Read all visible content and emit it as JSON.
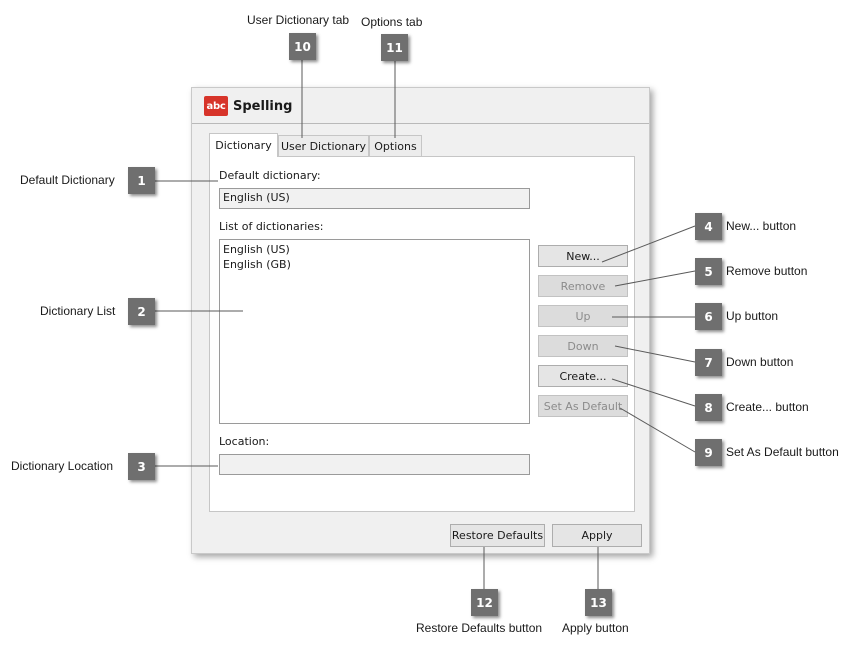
{
  "dialog": {
    "title": "Spelling",
    "icon_label": "abc",
    "tabs": [
      "Dictionary",
      "User Dictionary",
      "Options"
    ],
    "default_dictionary_label": "Default dictionary:",
    "default_dictionary_value": "English (US)",
    "list_label": "List of dictionaries:",
    "dictionaries": [
      "English (US)",
      "English (GB)"
    ],
    "location_label": "Location:",
    "location_value": "",
    "buttons": {
      "new": "New...",
      "remove": "Remove",
      "up": "Up",
      "down": "Down",
      "create": "Create...",
      "set_default": "Set As Default",
      "restore": "Restore Defaults",
      "apply": "Apply"
    }
  },
  "callouts": [
    {
      "num": "1",
      "label": "Default Dictionary"
    },
    {
      "num": "2",
      "label": "Dictionary List"
    },
    {
      "num": "3",
      "label": "Dictionary Location"
    },
    {
      "num": "4",
      "label": "New... button"
    },
    {
      "num": "5",
      "label": "Remove button"
    },
    {
      "num": "6",
      "label": "Up button"
    },
    {
      "num": "7",
      "label": "Down button"
    },
    {
      "num": "8",
      "label": "Create... button"
    },
    {
      "num": "9",
      "label": "Set As Default button"
    },
    {
      "num": "10",
      "label": "User Dictionary tab"
    },
    {
      "num": "11",
      "label": "Options tab"
    },
    {
      "num": "12",
      "label": "Restore Defaults button"
    },
    {
      "num": "13",
      "label": "Apply button"
    }
  ],
  "colors": {
    "badge": "#6f6f6f",
    "app_icon": "#d7342a",
    "panel_bg": "#f0f0f0"
  }
}
